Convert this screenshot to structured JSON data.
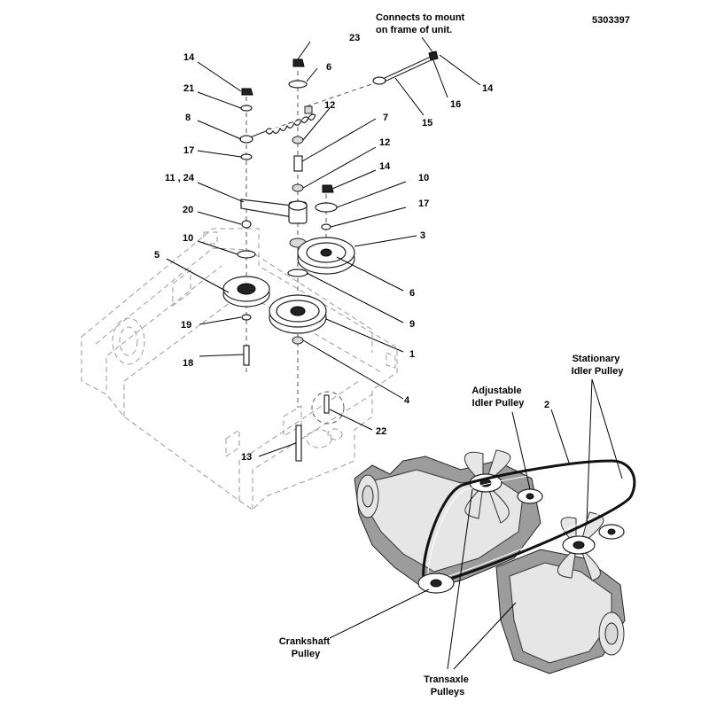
{
  "figure_id": "5303397",
  "note": "Connects to mount\non frame of unit.",
  "callouts": {
    "c23": "23",
    "c6a": "6",
    "c14a": "14",
    "c21": "21",
    "c8": "8",
    "c12a": "12",
    "c7": "7",
    "c12b": "12",
    "c17a": "17",
    "c14b": "14",
    "c10a": "10",
    "c11_24": "11 , 24",
    "c20": "20",
    "c17b": "17",
    "c3": "3",
    "c10b": "10",
    "c5": "5",
    "c6b": "6",
    "c9": "9",
    "c19": "19",
    "c1": "1",
    "c18": "18",
    "c4": "4",
    "c22": "22",
    "c13": "13",
    "c15": "15",
    "c16": "16",
    "c14c": "14",
    "c2": "2"
  },
  "labels": {
    "adjustable_idler": "Adjustable\nIdler Pulley",
    "stationary_idler": "Stationary\nIdler Pulley",
    "crankshaft": "Crankshaft\nPulley",
    "transaxle": "Transaxle\nPulleys"
  }
}
